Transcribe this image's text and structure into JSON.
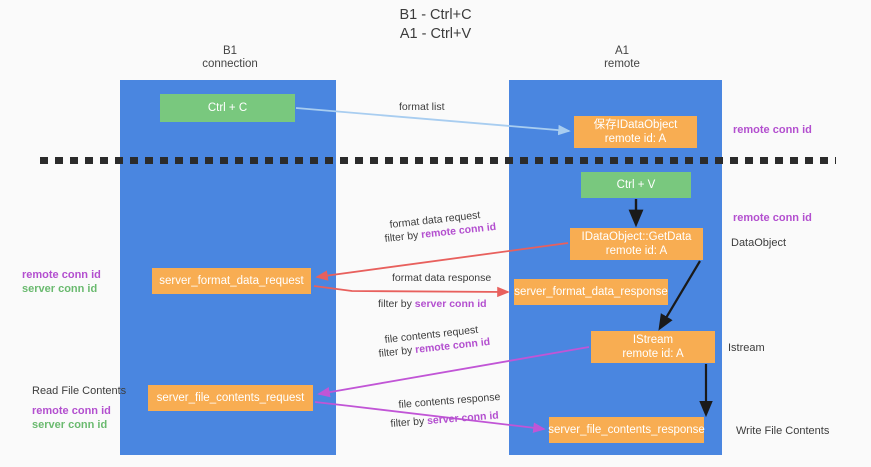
{
  "title": "B1 - Ctrl+C\nA1 - Ctrl+V",
  "columns": {
    "b1": {
      "head": "B1\nconnection"
    },
    "a1": {
      "head": "A1\nremote"
    }
  },
  "nodes": {
    "ctrl_c": "Ctrl + C",
    "idataobject": "保存IDataObject\nremote id: A",
    "ctrl_v": "Ctrl + V",
    "getdata": "IDataObject::GetData\nremote id: A",
    "format_data_request": "server_format_data_request",
    "format_data_response": "server_format_data_response",
    "istream": "IStream\nremote id: A",
    "file_contents_request": "server_file_contents_request",
    "file_contents_response": "server_file_contents_response"
  },
  "edge_labels": {
    "format_list": "format list",
    "format_data_request": "format data request",
    "filter_by": "filter by ",
    "remote_conn_id": "remote conn id",
    "server_conn_id": "server conn id",
    "format_data_response": "format data response",
    "file_contents_request": "file contents request",
    "file_contents_response": "file contents response"
  },
  "side_labels": {
    "remote_conn_id_top": "remote conn id",
    "remote_conn_id_mid": "remote conn id",
    "dataobject": "DataObject",
    "istream": "Istream",
    "write_file_contents": "Write File Contents",
    "read_file_contents": "Read File Contents"
  },
  "colors": {
    "column": "#4a86e0",
    "node_green": "#79c87e",
    "node_orange": "#f8ad52",
    "conn_remote": "#b34fcf",
    "conn_server": "#6aba6f",
    "arrow_blue": "#a8cdf0",
    "arrow_red": "#e8605d",
    "arrow_magenta": "#c155d6",
    "arrow_black": "#1a1a1a",
    "background": "#fafafa"
  }
}
